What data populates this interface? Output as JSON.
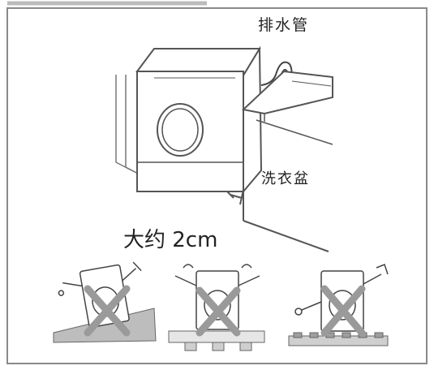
{
  "labels": {
    "drain_hose": "排水管",
    "laundry_tub": "洗衣盆",
    "gap": "大约 2cm"
  },
  "warnings": [
    {
      "icon": "uneven-floor-icon",
      "mark": "prohibited-x"
    },
    {
      "icon": "unstable-stand-icon",
      "mark": "prohibited-x"
    },
    {
      "icon": "grating-floor-icon",
      "mark": "prohibited-x"
    }
  ],
  "colors": {
    "line": "#555555",
    "x_mark": "#9a9a9a",
    "floor": "#bdbdbd",
    "frame": "#8a8a8a"
  }
}
